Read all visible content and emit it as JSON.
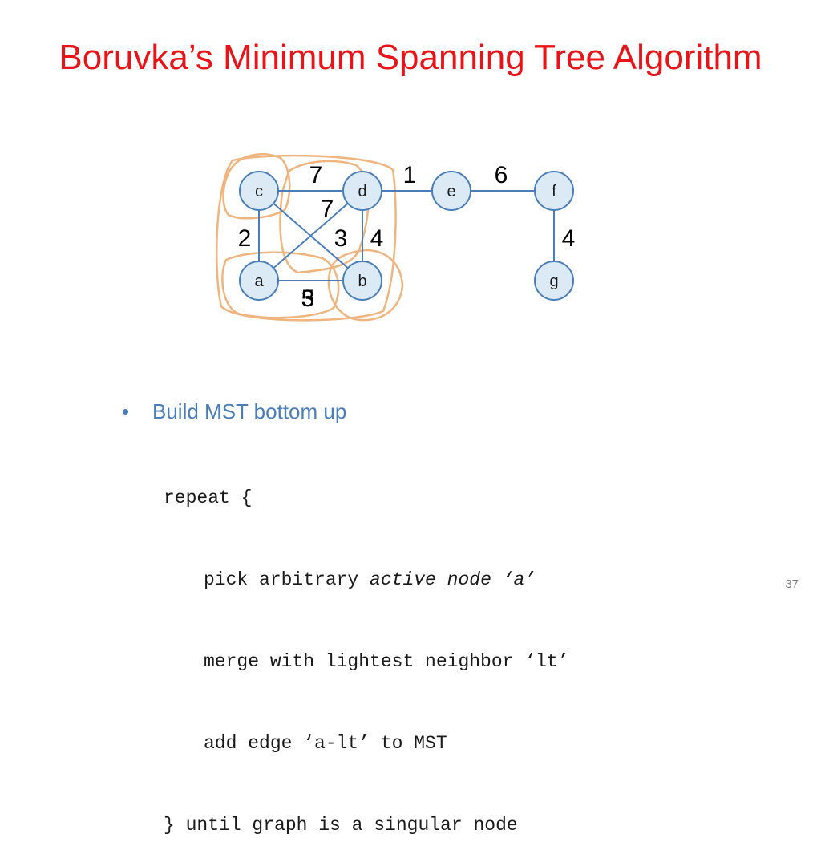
{
  "title": "Boruvka’s Minimum Spanning Tree Algorithm",
  "colors": {
    "title": "#e8141a",
    "node_fill": "#dbeaf5",
    "node_stroke": "#4a7ebb",
    "edge": "#4a7ebb",
    "cluster_outline": "#f0b47e",
    "bullet_text": "#4a7ebb"
  },
  "graph": {
    "nodes": [
      {
        "id": "c",
        "label": "c"
      },
      {
        "id": "d",
        "label": "d"
      },
      {
        "id": "e",
        "label": "e"
      },
      {
        "id": "f",
        "label": "f"
      },
      {
        "id": "a",
        "label": "a"
      },
      {
        "id": "b",
        "label": "b"
      },
      {
        "id": "g",
        "label": "g"
      }
    ],
    "edges": [
      {
        "from": "c",
        "to": "d",
        "weight": "7"
      },
      {
        "from": "d",
        "to": "e",
        "weight": "1"
      },
      {
        "from": "e",
        "to": "f",
        "weight": "6"
      },
      {
        "from": "c",
        "to": "a",
        "weight": "2"
      },
      {
        "from": "c",
        "to": "b",
        "weight": "3"
      },
      {
        "from": "a",
        "to": "d",
        "weight": "7"
      },
      {
        "from": "d",
        "to": "b",
        "weight": "4"
      },
      {
        "from": "f",
        "to": "g",
        "weight": "4"
      },
      {
        "from": "a",
        "to": "b",
        "weight": "5"
      }
    ],
    "overlapping_weight_label": "3"
  },
  "bullet": "Build MST bottom up",
  "code": {
    "line1": "repeat {",
    "line2_pre": "pick arbitrary ",
    "line2_em": "active node",
    "line2_post": " ‘a’",
    "line3": "merge with lightest neighbor ‘lt’",
    "line4": "add edge ‘a-lt’ to MST",
    "line5": "} until graph is a singular node"
  },
  "page_number": "37"
}
